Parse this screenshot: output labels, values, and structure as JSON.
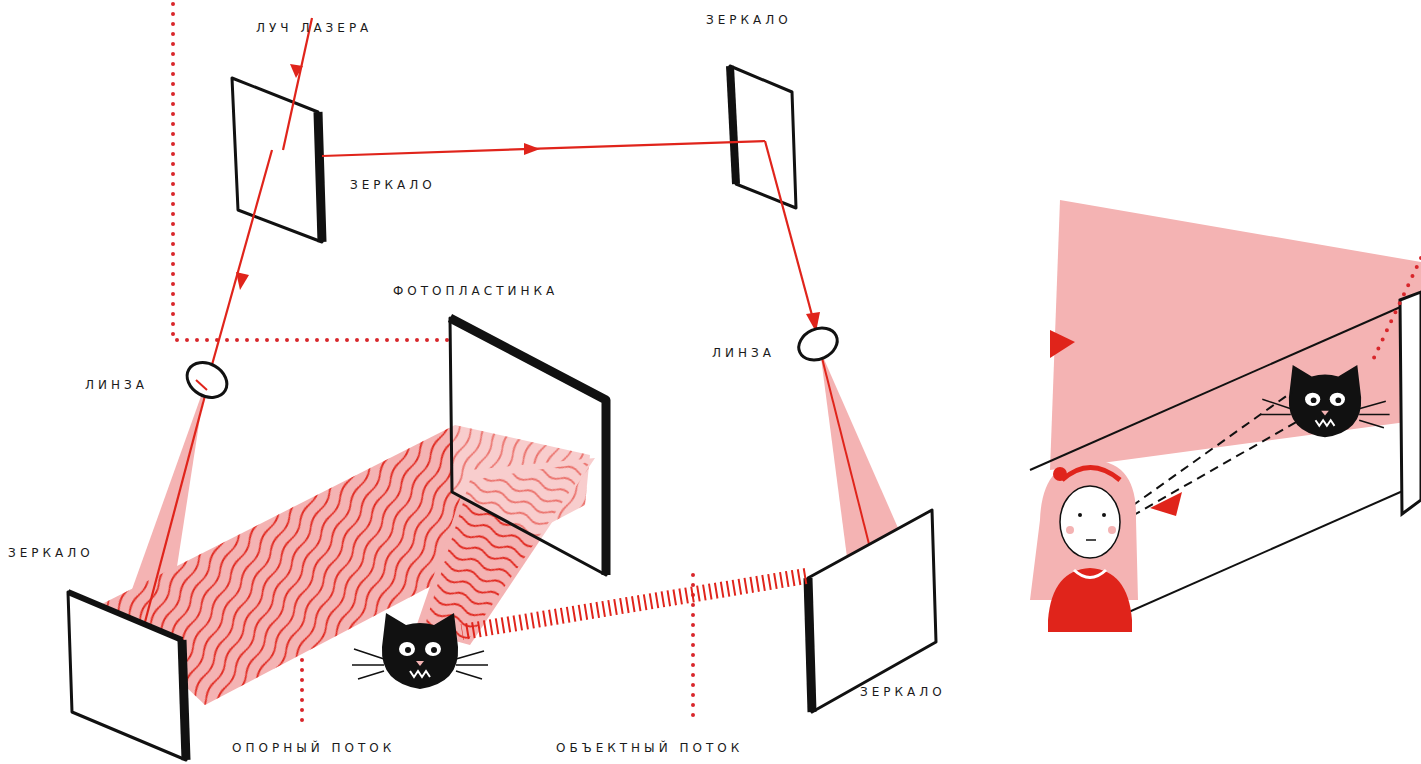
{
  "diagram": {
    "labels": [
      "ЛУЧ ЛАЗЕРА",
      "ЗЕРКАЛО",
      "ЗЕРКАЛО",
      "ФОТОПЛАСТИНКА",
      "ЛИНЗА",
      "ЛИНЗА",
      "ЗЕРКАЛО",
      "ЗЕРКАЛО",
      "ОПОРНЫЙ ПОТОК",
      "ОБЪЕКТНЫЙ ПОТОК"
    ]
  }
}
